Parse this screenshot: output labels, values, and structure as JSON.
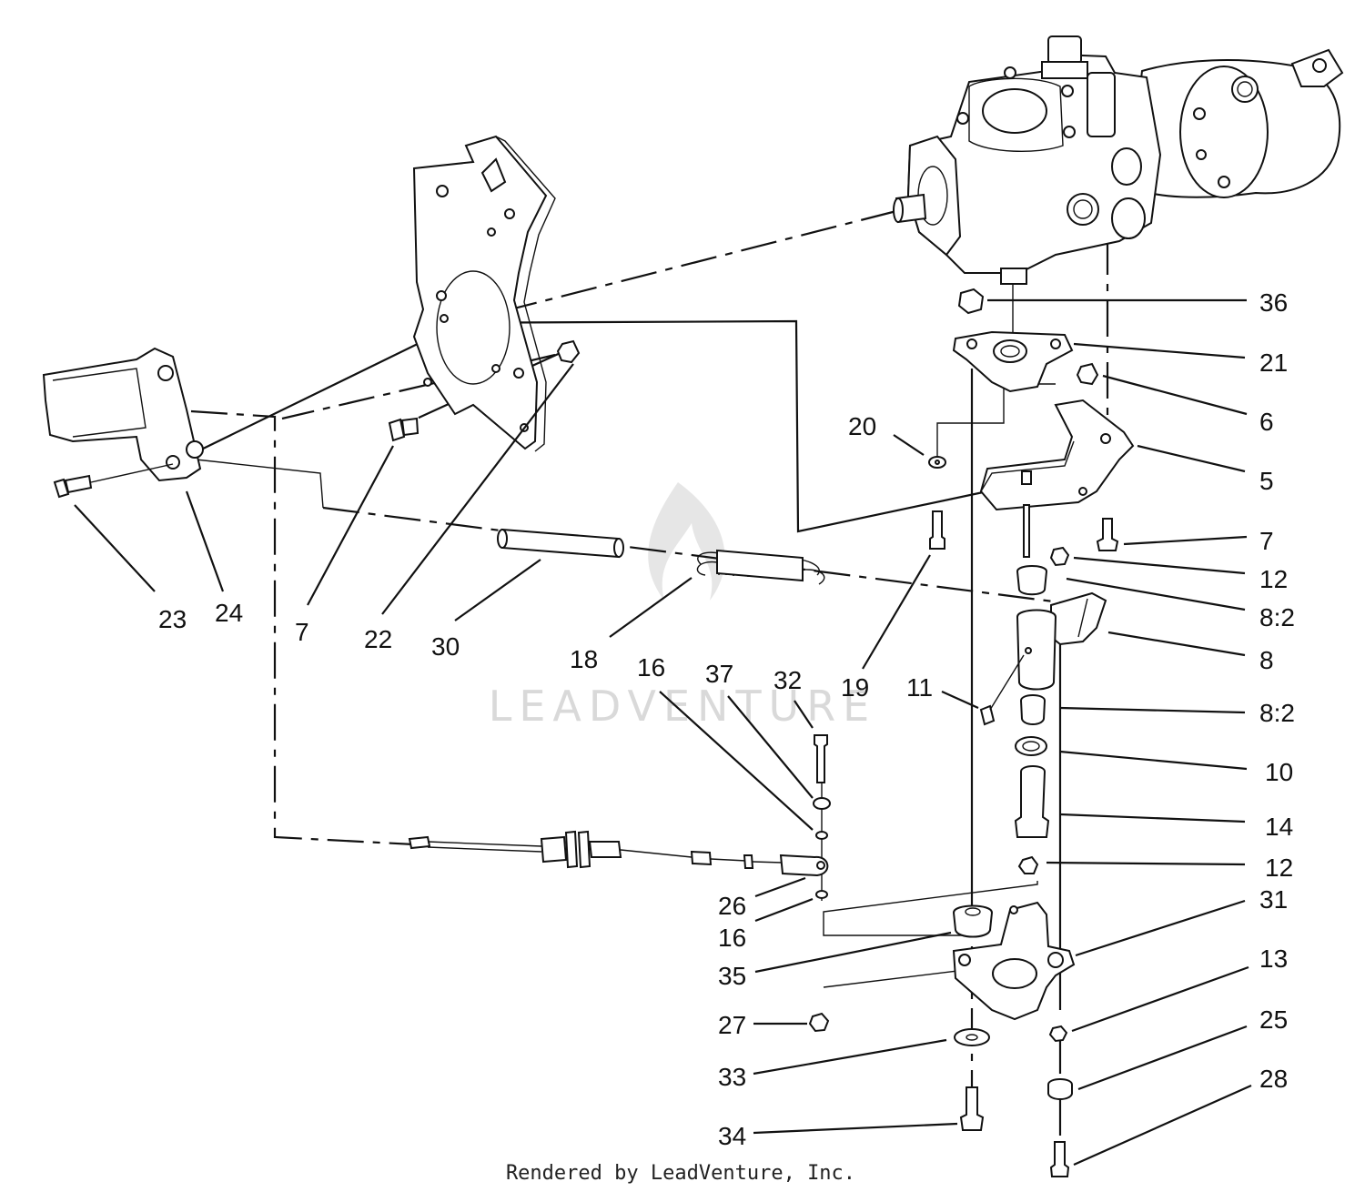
{
  "watermark": "LEADVENTURE",
  "credit": "Rendered by LeadVenture, Inc.",
  "callouts": [
    "36",
    "21",
    "6",
    "20",
    "5",
    "7",
    "12",
    "8:2",
    "8",
    "11",
    "8:2",
    "10",
    "14",
    "12",
    "31",
    "13",
    "25",
    "28",
    "23",
    "24",
    "7",
    "22",
    "30",
    "18",
    "16",
    "37",
    "32",
    "19",
    "26",
    "16",
    "35",
    "27",
    "33",
    "34"
  ]
}
